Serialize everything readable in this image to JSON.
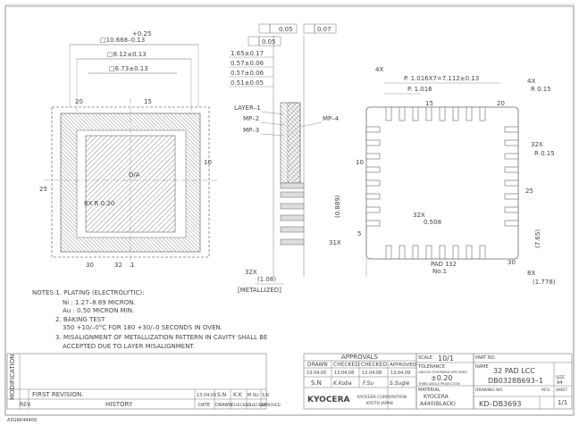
{
  "drawing": {
    "top_view": {
      "tol_plus": "+0.25",
      "outer_dim": "□10.668–0.13",
      "mid_dim": "□8.12±0.13",
      "inner_dim": "□6.73±0.13",
      "pin_20": "20",
      "pin_15": "15",
      "pin_10": "10",
      "pin_25": "25",
      "pin_30": "30",
      "pin_32": "32",
      "pin_1": "1",
      "center_label": "D/A",
      "corner_radius": "8X R 0.20"
    },
    "side_view": {
      "flat_1": "0.05",
      "flat_2": "0.05",
      "flat_3": "0.07",
      "dim_a": "1.65±0.17",
      "dim_b": "0.57±0.06",
      "dim_c": "0.57±0.06",
      "dim_d": "0.51±0.05",
      "layer_1": "LAYER–1",
      "mp_2": "MP–2",
      "mp_3": "MP–3",
      "mp_4": "MP–4",
      "bottom_count": "32X",
      "bottom_dim": "(1.08)",
      "metallized": "[METALLIZED]"
    },
    "bottom_view": {
      "count_4x": "4X",
      "pitch_total": "P. 1.016X7=7.112±0.13",
      "pitch": "P. 1.016",
      "pin_20": "20",
      "pin_15": "15",
      "corner_count": "4X",
      "corner_r": "R 0.15",
      "pad_count": "32X",
      "pad_r": "R 0.15",
      "pin_10": "10",
      "pin_25": "25",
      "count_32x": "32X",
      "pad_w": "0.508",
      "pin_5": "5",
      "side_count": "31X",
      "side_dim": "(0.889)",
      "pin_30": "30",
      "pad1_label": "PAD 1",
      "pin_32": "32",
      "pad1_no": "No.1",
      "right_dim": "(7.65)",
      "count_8x": "8X",
      "right_bottom": "(1.778)"
    }
  },
  "notes": {
    "title": "NOTES:1.  PLATING (ELECTROLYTIC):",
    "ni": "Ni : 1.27–8.89 MICRON.",
    "au": "Au : 0.50 MICRON MIN.",
    "n2": "2.  BAKING TEST",
    "n2b": "350 +10/–0°C FOR 180 +30/–0 SECONDS IN OVEN.",
    "n3": "3.  MISALIGNMENT OF METALLIZATION PATTERN IN CAVITY SHALL BE",
    "n3b": "ACCEPTED DUE TO LAYER MISALIGNMENT."
  },
  "title_block": {
    "modification": "MODIFICATION",
    "first_revision": "FIRST REVISION.",
    "history": "HISTORY",
    "rev_label": "REV.",
    "rev_date": "13.04.05",
    "rev_sn": "S.N",
    "rev_kk": "K.K",
    "rev_msu": "M.SU",
    "rev_sk": "S.K",
    "rev_date_label": "DATE",
    "rev_drawn": "DRAWN",
    "rev_checked": "CHECKED",
    "rev_checked2": "CHECKED",
    "rev_approved": "APPROVED",
    "approvals": "APPROVALS",
    "drawn": "DRAWN",
    "checked": "CHECKED",
    "checked2": "CHECKED",
    "approved": "APPROVED",
    "drawn_date": "13.04.05",
    "checked_date": "13.04.08",
    "checked2_date": "13.04.08",
    "approved_date": "13.04.09",
    "drawn_by": "S.N",
    "checked_sign": "K.Koba",
    "checked2_sign": "F.Su",
    "approved_sign": "S.Sugie",
    "company": "KYOCERA",
    "corp_line1": "KYOCERA CORPORATION",
    "corp_line2": "KYOTO JAPAN",
    "scale_label": "SCALE",
    "scale": "10/1",
    "tol_label": "TOLERANCE",
    "tol_sub": "UNLESS OTHERWISE SPECIFIED",
    "tol_value": "±0.20",
    "tol_unit": "THIRD ANGLE PROJECTION",
    "material_label": "MATERIAL",
    "material_1": "KYOCERA",
    "material_2": "A440(BLACK)",
    "part_no_label": "PART NO.",
    "name_label": "NAME",
    "name": "32 PAD LCC",
    "part_no": "DB0328B693–1",
    "size_label": "SIZE",
    "size": "A4",
    "drawing_no_label": "DRAWING NO.",
    "drawing_no": "KD–DB3693",
    "rev_col": "REV.",
    "sheet_label": "SHEET",
    "sheet": "1/1",
    "footer_code": "A3GRK44400"
  }
}
